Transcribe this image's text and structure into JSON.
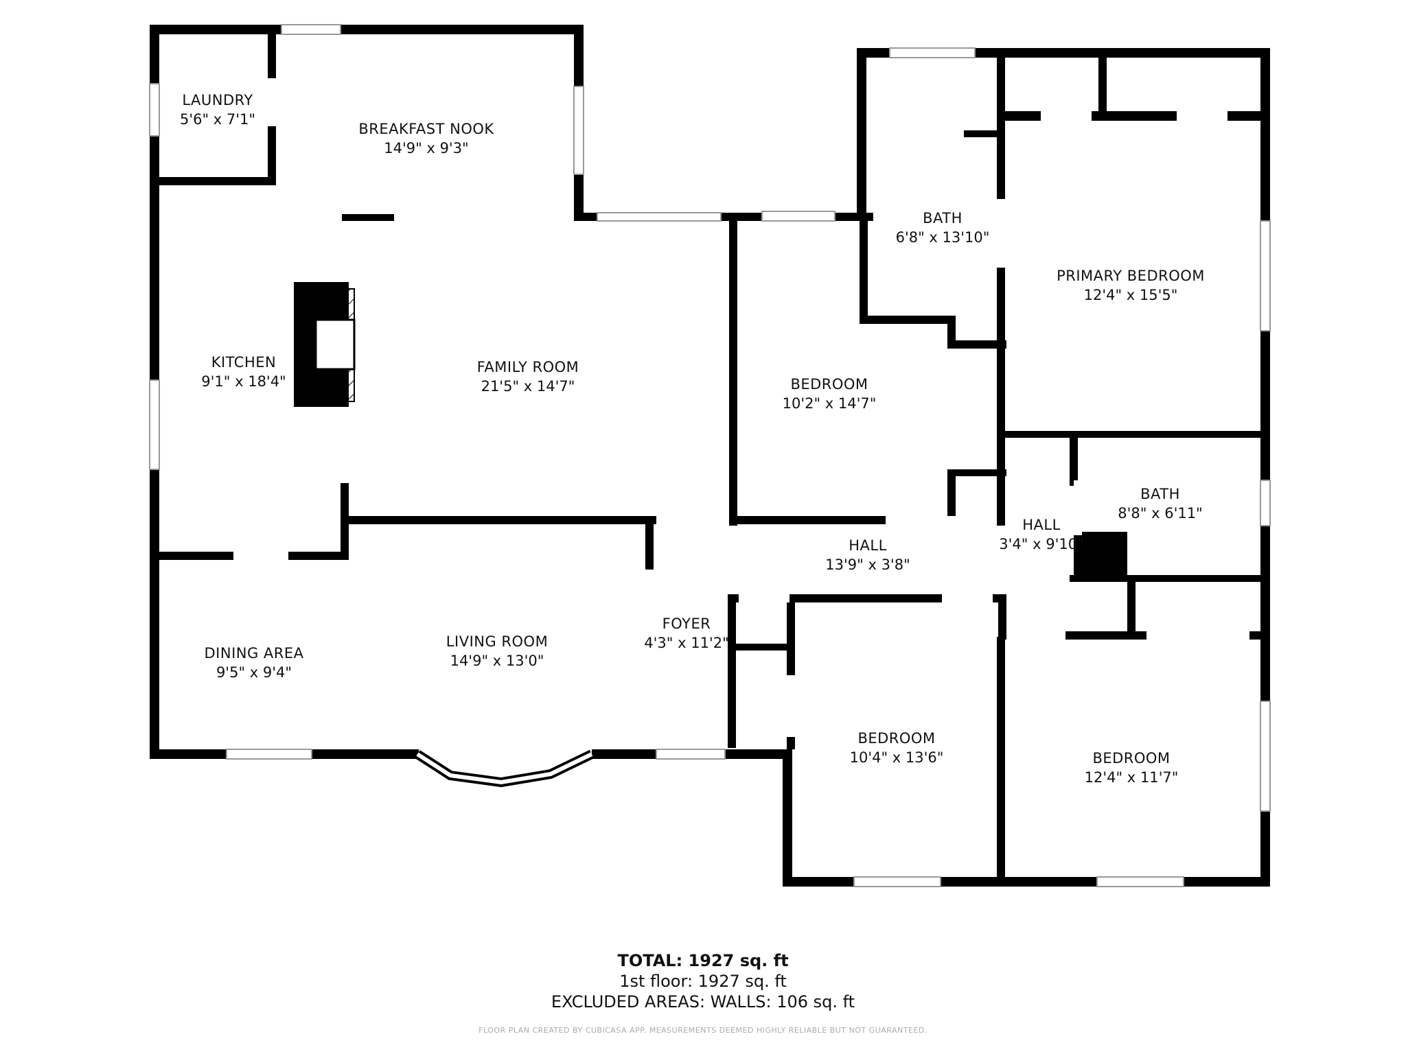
{
  "rooms": [
    {
      "name": "LAUNDRY",
      "dims": "5'6\" x 7'1\""
    },
    {
      "name": "BREAKFAST NOOK",
      "dims": "14'9\" x 9'3\""
    },
    {
      "name": "KITCHEN",
      "dims": "9'1\" x 18'4\""
    },
    {
      "name": "FAMILY ROOM",
      "dims": "21'5\" x 14'7\""
    },
    {
      "name": "BATH",
      "dims": "6'8\" x 13'10\""
    },
    {
      "name": "PRIMARY BEDROOM",
      "dims": "12'4\" x 15'5\""
    },
    {
      "name": "BEDROOM",
      "dims": "10'2\" x 14'7\""
    },
    {
      "name": "BATH",
      "dims": "8'8\" x 6'11\""
    },
    {
      "name": "HALL",
      "dims": "3'4\" x 9'10\""
    },
    {
      "name": "HALL",
      "dims": "13'9\" x 3'8\""
    },
    {
      "name": "FOYER",
      "dims": "4'3\" x 11'2\""
    },
    {
      "name": "DINING AREA",
      "dims": "9'5\" x 9'4\""
    },
    {
      "name": "LIVING ROOM",
      "dims": "14'9\" x 13'0\""
    },
    {
      "name": "BEDROOM",
      "dims": "10'4\" x 13'6\""
    },
    {
      "name": "BEDROOM",
      "dims": "12'4\" x 11'7\""
    }
  ],
  "totals": {
    "total": "TOTAL: 1927 sq. ft",
    "floor": "1st floor: 1927 sq. ft",
    "excluded": "EXCLUDED AREAS: WALLS: 106 sq. ft"
  },
  "disclaimer": "FLOOR PLAN CREATED BY CUBICASA APP. MEASUREMENTS DEEMED HIGHLY RELIABLE BUT NOT GUARANTEED.",
  "colors": {
    "wall": "#000000",
    "window": "#ffffff",
    "window_stroke": "#999999"
  }
}
